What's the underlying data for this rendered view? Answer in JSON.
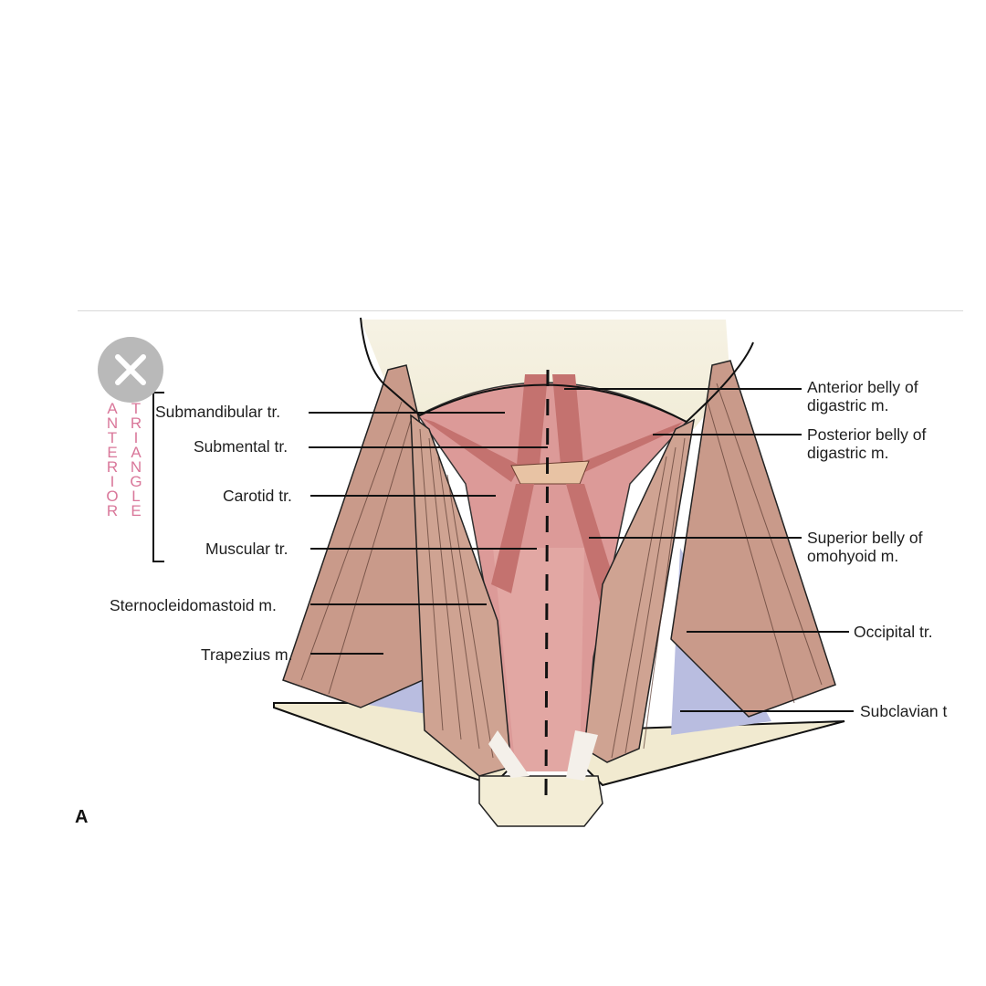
{
  "figure": {
    "panel_letter": "A",
    "side_heading": {
      "left_column": "ANTERIOR",
      "right_column": "TRIANGLE",
      "color": "#d9779a"
    },
    "labels_left": [
      "Submandibular tr.",
      "Submental tr.",
      "Carotid tr.",
      "Muscular tr.",
      "Sternocleidomastoid m.",
      "Trapezius m."
    ],
    "labels_right": [
      {
        "line1": "Anterior belly of",
        "line2": "digastric m."
      },
      {
        "line1": "Posterior belly of",
        "line2": "digastric m."
      },
      {
        "line1": "Superior belly of",
        "line2": "omohyoid m."
      },
      {
        "line1": "Occipital tr.",
        "line2": ""
      },
      {
        "line1": "Subclavian t",
        "line2": ""
      }
    ]
  },
  "overlay": {
    "close_icon": "close-icon"
  },
  "colors": {
    "muscle": "#c99a8a",
    "triangle_fill": "#dc9a98",
    "posterior_fill": "#b9bde0",
    "bone": "#f1ead0",
    "digastric": "#c4726f"
  }
}
